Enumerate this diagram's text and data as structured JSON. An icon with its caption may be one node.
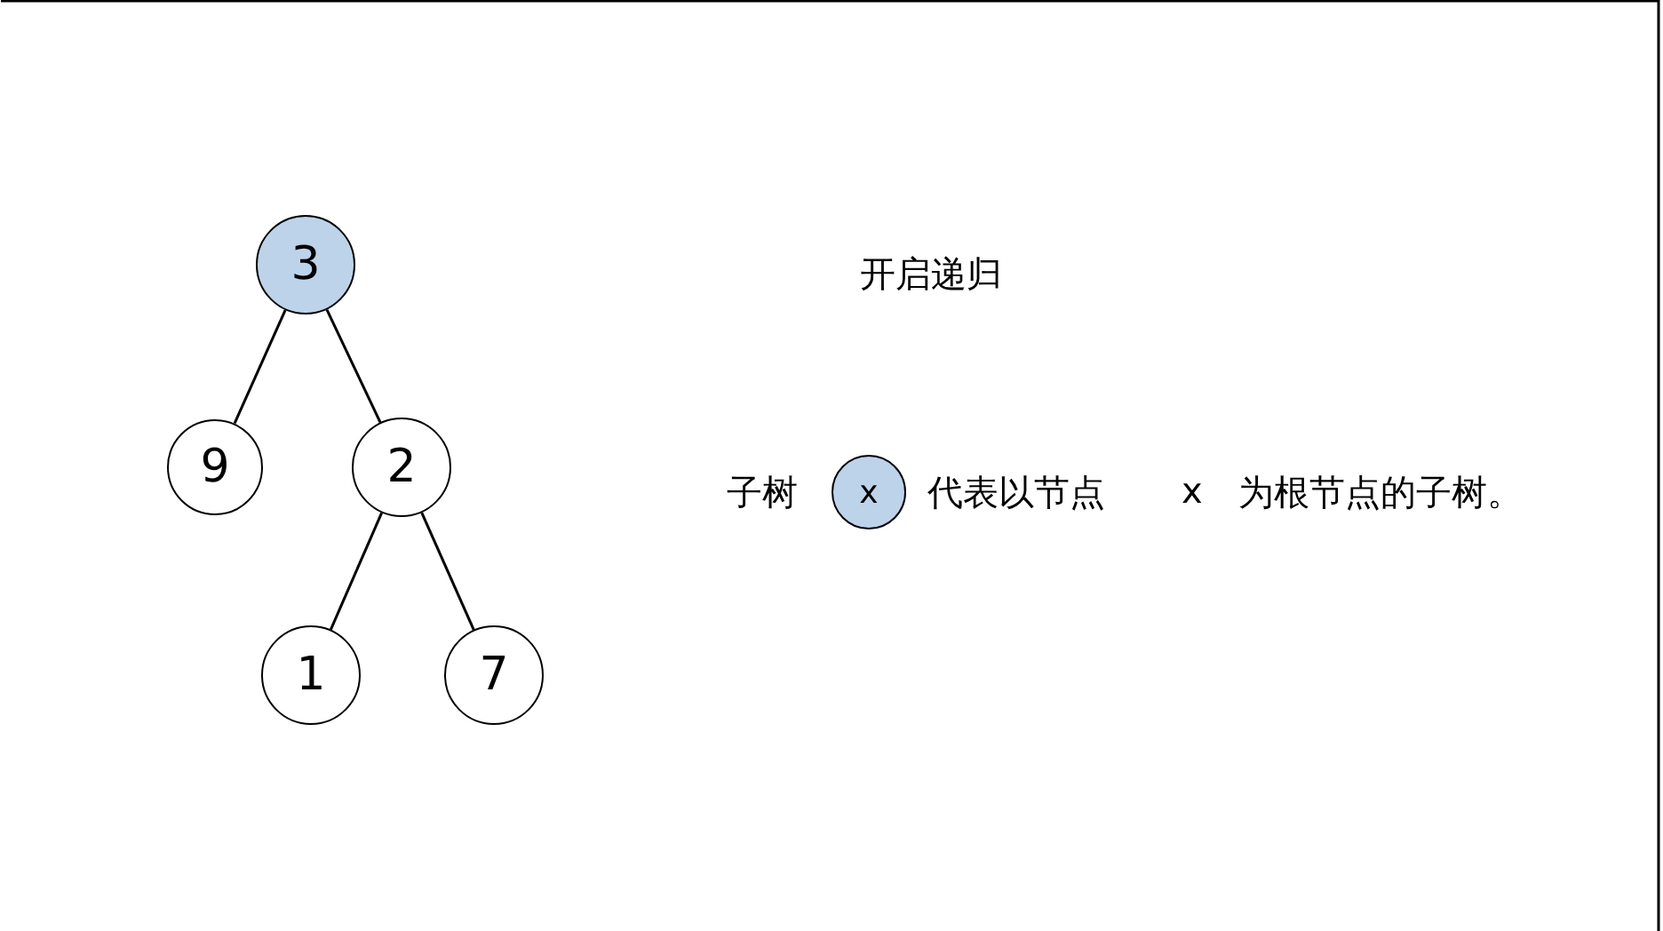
{
  "diagram": {
    "nodes": [
      {
        "text": [
          "3"
        ]
      },
      {
        "text": [
          "9"
        ]
      },
      {
        "text": [
          "2"
        ]
      },
      {
        "text": [
          "1"
        ]
      },
      {
        "text": [
          "7"
        ]
      },
      {
        "text": [
          "x"
        ]
      }
    ],
    "edges": [
      {
        "from": 0,
        "to": 1,
        "arrow": "none"
      },
      {
        "from": 0,
        "to": 2,
        "arrow": "none"
      },
      {
        "from": 2,
        "to": 3,
        "arrow": "none"
      },
      {
        "from": 2,
        "to": 4,
        "arrow": "none"
      }
    ],
    "labels": [
      "开启递归",
      "子树",
      "代表以节点",
      "x",
      "为根节点的子树。"
    ]
  }
}
